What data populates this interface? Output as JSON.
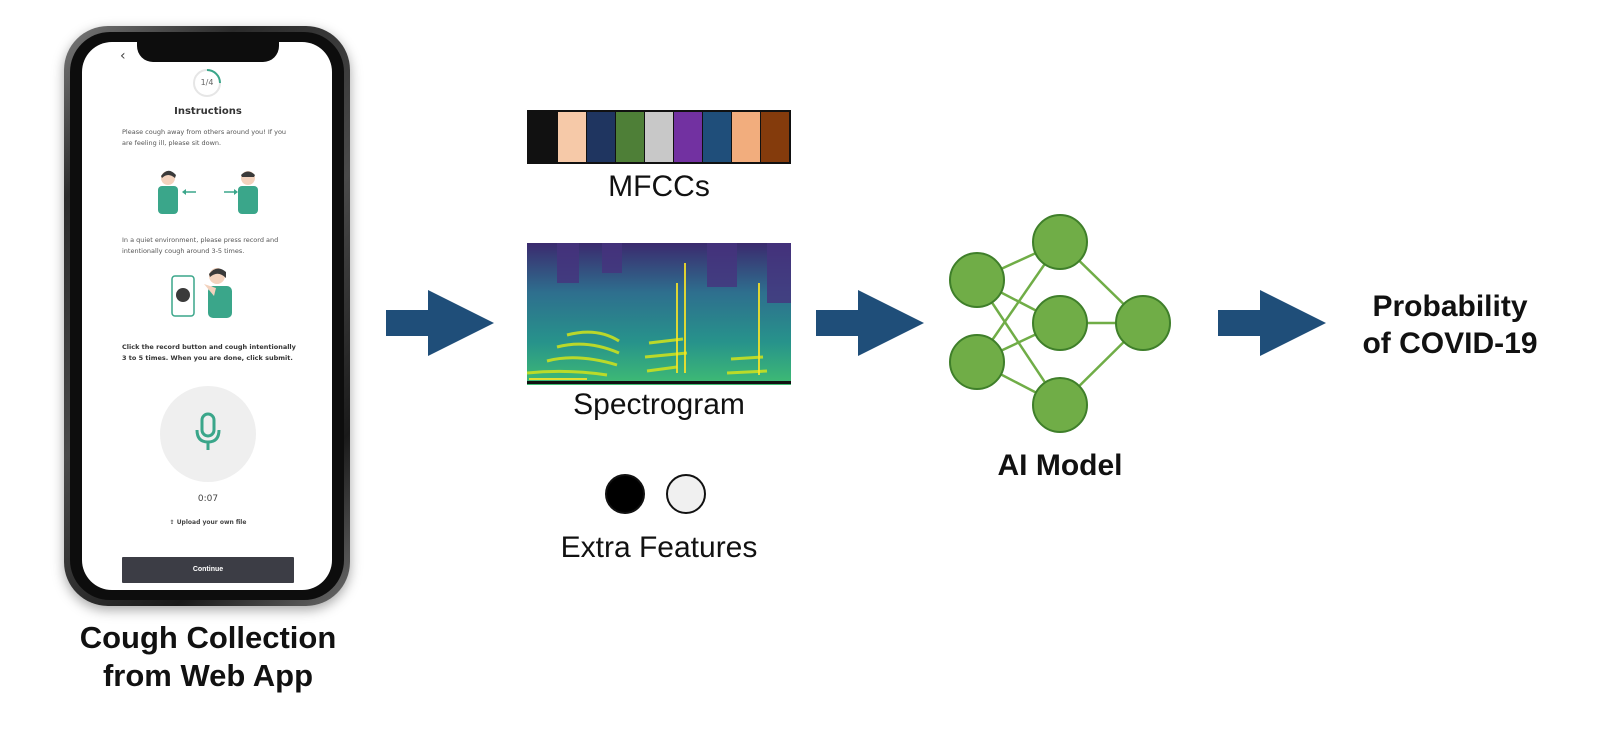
{
  "phone_app": {
    "progress": "1/4",
    "title": "Instructions",
    "paragraph1": "Please cough away from others around you! If you are feeling ill, please sit down.",
    "paragraph2": "In a quiet environment, please press record and intentionally cough around 3-5 times.",
    "paragraph3": "Click the record button and cough intentionally 3 to 5 times. When you are done, click submit.",
    "timer": "0:07",
    "upload_label": "Upload your own file",
    "continue_label": "Continue",
    "accent_color": "#3aa68a"
  },
  "captions": {
    "cough_line1": "Cough Collection",
    "cough_line2": "from Web App",
    "mfccs": "MFCCs",
    "spectrogram": "Spectrogram",
    "extra_features": "Extra Features",
    "ai_model": "AI Model",
    "probability_line1": "Probability",
    "probability_line2": "of COVID-19"
  },
  "mfcc_colors": [
    "#111111",
    "#f6c9a8",
    "#1f3560",
    "#4e7f37",
    "#c8c8c8",
    "#7231a1",
    "#1f4e7a",
    "#f2ad7d",
    "#843b0c"
  ],
  "extra_feature_colors": [
    "#000000",
    "#f0f0f0"
  ],
  "arrow_color": "#1f4e79",
  "network_color": "#70ad47",
  "network_layers": [
    2,
    3,
    1
  ]
}
